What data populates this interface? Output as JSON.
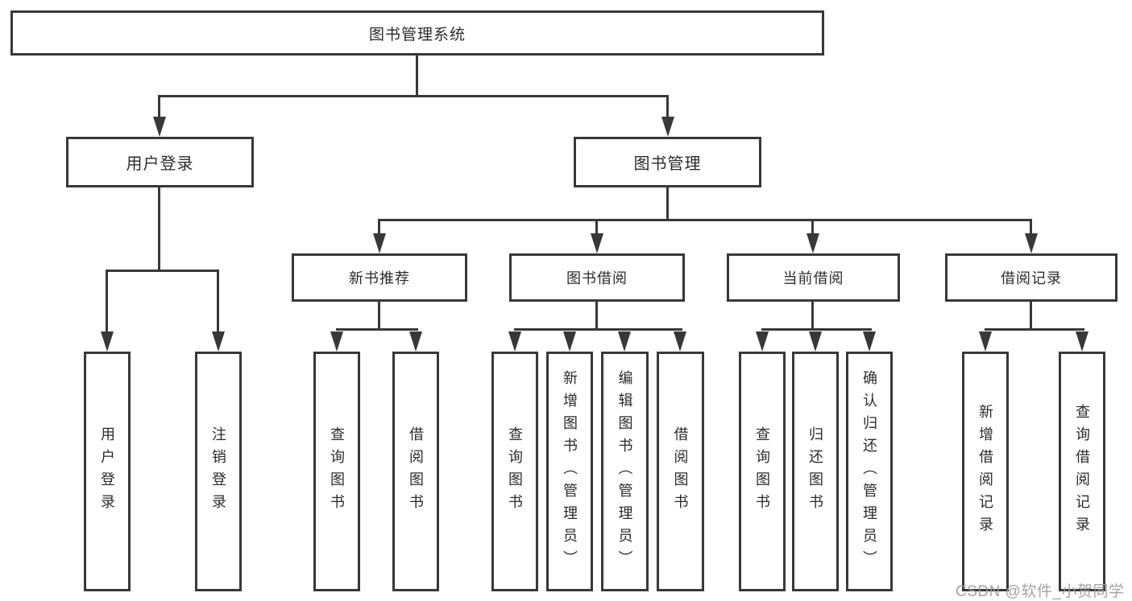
{
  "diagram": {
    "root": {
      "label": "图书管理系统"
    },
    "level2": [
      {
        "label": "用户登录",
        "children": [
          {
            "label": "用户登录"
          },
          {
            "label": "注销登录"
          }
        ]
      },
      {
        "label": "图书管理",
        "children": [
          {
            "label": "新书推荐",
            "children": [
              {
                "label": "查询图书"
              },
              {
                "label": "借阅图书"
              }
            ]
          },
          {
            "label": "图书借阅",
            "children": [
              {
                "label": "查询图书"
              },
              {
                "label": "新增图书（管理员）"
              },
              {
                "label": "编辑图书（管理员）"
              },
              {
                "label": "借阅图书"
              }
            ]
          },
          {
            "label": "当前借阅",
            "children": [
              {
                "label": "查询图书"
              },
              {
                "label": "归还图书"
              },
              {
                "label": "确认归还（管理员）"
              }
            ]
          },
          {
            "label": "借阅记录",
            "children": [
              {
                "label": "新增借阅记录"
              },
              {
                "label": "查询借阅记录"
              }
            ]
          }
        ]
      }
    ]
  },
  "watermark": {
    "text": "CSDN @软件_小贺同学"
  },
  "colors": {
    "line": "#383838",
    "text": "#2b2b2b",
    "watermark": "#9b9b9b",
    "background": "#ffffff"
  }
}
